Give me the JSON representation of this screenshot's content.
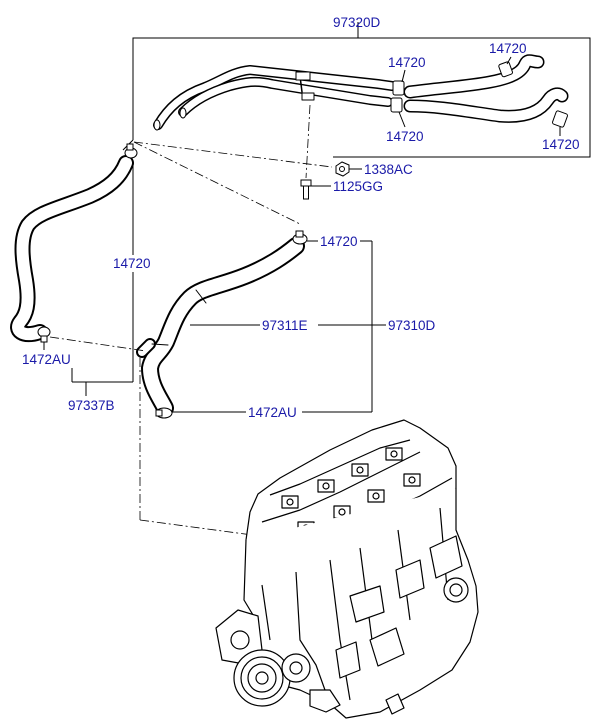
{
  "labels": {
    "top_kit": "97320D",
    "clamp_a": "14720",
    "clamp_b": "14720",
    "clamp_c": "14720",
    "clamp_d": "14720",
    "nut": "1338AC",
    "bolt": "1125GG",
    "left_clamp_callout": "14720",
    "right_clamp_callout": "14720",
    "hose_part": "97311E",
    "hose_assy": "97310D",
    "left_clip": "1472AU",
    "left_assy": "97337B",
    "right_clip": "1472AU"
  },
  "colors": {
    "label": "#1a1aa8",
    "line": "#000000"
  }
}
